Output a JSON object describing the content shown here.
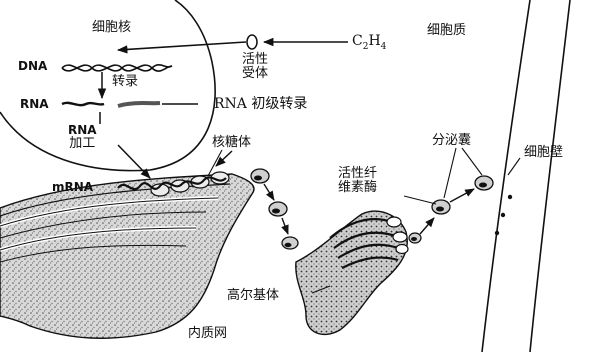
{
  "labels": {
    "nucleus": "细胞核",
    "dna": "DNA",
    "transcription": "转录",
    "rna": "RNA",
    "primary_transcript": "RNA 初级转录",
    "rna_processing_1": "RNA",
    "rna_processing_2": "加工",
    "mrna": "mRNA",
    "ribosome": "核糖体",
    "active_receptor_1": "活性",
    "active_receptor_2": "受体",
    "ethylene_c": "C",
    "ethylene_c_sub": "2",
    "ethylene_h": "H",
    "ethylene_h_sub": "4",
    "cytoplasm": "细胞质",
    "cellulase_1": "活性纤",
    "cellulase_2": "维素酶",
    "vesicle": "分泌囊",
    "cell_wall": "细胞壁",
    "er": "内质网",
    "golgi": "高尔基体"
  }
}
